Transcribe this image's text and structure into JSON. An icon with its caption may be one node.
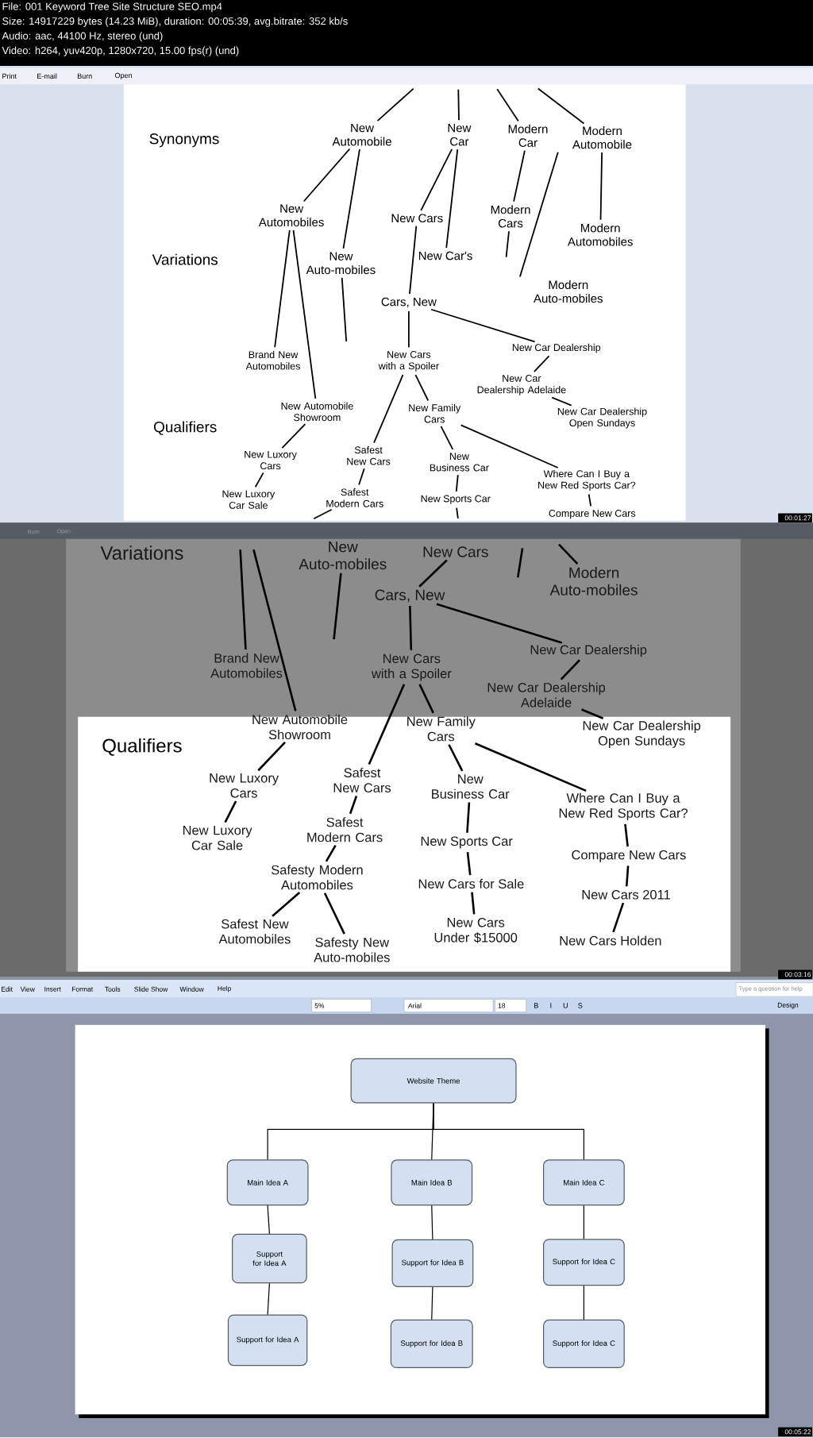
{
  "diagram": {
    "nodes": [
      {
        "text": [
          "New Automobile"
        ]
      },
      {
        "text": [
          "New Car"
        ]
      },
      {
        "text": [
          "Modern Car"
        ]
      },
      {
        "text": [
          "Modern Automobile"
        ]
      },
      {
        "text": [
          "New Automobiles"
        ]
      },
      {
        "text": [
          "New Cars"
        ]
      },
      {
        "text": [
          "Modern Cars"
        ]
      },
      {
        "text": [
          "Modern Automobiles"
        ]
      },
      {
        "text": [
          "New Auto-mobiles"
        ]
      },
      {
        "text": [
          "New Car's"
        ]
      },
      {
        "text": [
          "Modern Auto-mobiles"
        ]
      },
      {
        "text": [
          "Cars, New"
        ]
      },
      {
        "text": [
          "Brand New Automobiles"
        ]
      },
      {
        "text": [
          "New Cars with a Spoiler"
        ]
      },
      {
        "text": [
          "New Car Dealership"
        ]
      },
      {
        "text": [
          "New Car Dealership Adelaide"
        ]
      },
      {
        "text": [
          "New Automobile Showroom"
        ]
      },
      {
        "text": [
          "New Car Dealership Open Sundays"
        ]
      },
      {
        "text": [
          "New Family Cars"
        ]
      },
      {
        "text": [
          "New Luxory Cars"
        ]
      },
      {
        "text": [
          "Safest New Cars"
        ]
      },
      {
        "text": [
          "New Business Car"
        ]
      },
      {
        "text": [
          "Where Can I Buy a New Red Sports Car?"
        ]
      },
      {
        "text": [
          "New Luxory Car Sale"
        ]
      },
      {
        "text": [
          "Safest Modern Cars"
        ]
      },
      {
        "text": [
          "New Sports Car"
        ]
      },
      {
        "text": [
          "Compare New Cars"
        ]
      },
      {
        "text": [
          "New Auto-mobiles"
        ]
      },
      {
        "text": [
          "New Cars"
        ]
      },
      {
        "text": [
          "Modern Auto-mobiles"
        ]
      },
      {
        "text": [
          "Cars, New"
        ]
      },
      {
        "text": [
          "Brand New Automobiles"
        ]
      },
      {
        "text": [
          "New Cars with a Spoiler"
        ]
      },
      {
        "text": [
          "New Car Dealership"
        ]
      },
      {
        "text": [
          "New Car Dealership Adelaide"
        ]
      },
      {
        "text": [
          "New Automobile Showroom"
        ]
      },
      {
        "text": [
          "New Family Cars"
        ]
      },
      {
        "text": [
          "New Car Dealership Open Sundays"
        ]
      },
      {
        "text": [
          "New Luxory Cars"
        ]
      },
      {
        "text": [
          "Safest New Cars"
        ]
      },
      {
        "text": [
          "New Business Car"
        ]
      },
      {
        "text": [
          "Where Can I Buy a New Red Sports Car?"
        ]
      },
      {
        "text": [
          "New Luxory Car Sale"
        ]
      },
      {
        "text": [
          "Safest Modern Cars"
        ]
      },
      {
        "text": [
          "New Sports Car"
        ]
      },
      {
        "text": [
          "Compare New Cars"
        ]
      },
      {
        "text": [
          "Safesty Modern Automobiles"
        ]
      },
      {
        "text": [
          "New Cars for Sale"
        ]
      },
      {
        "text": [
          "New Cars 2011"
        ]
      },
      {
        "text": [
          "Safest New Automobiles"
        ]
      },
      {
        "text": [
          "New Cars Under $15000"
        ]
      },
      {
        "text": [
          "New Cars Holden"
        ]
      },
      {
        "text": [
          "Safesty New Auto-mobiles"
        ]
      },
      {
        "text": [
          "Website Theme"
        ]
      },
      {
        "text": [
          "Main Idea A"
        ]
      },
      {
        "text": [
          "Main Idea B"
        ]
      },
      {
        "text": [
          "Main Idea C"
        ]
      },
      {
        "text": [
          "Support for Idea A"
        ]
      },
      {
        "text": [
          "Support for Idea B"
        ]
      },
      {
        "text": [
          "Support for Idea C"
        ]
      },
      {
        "text": [
          "Support for Idea A"
        ]
      },
      {
        "text": [
          "Support for Idea B"
        ]
      },
      {
        "text": [
          "Support for Idea C"
        ]
      }
    ],
    "edges": [
      {
        "from": null,
        "to": 0,
        "arrow": "none"
      },
      {
        "from": null,
        "to": 1,
        "arrow": "none"
      },
      {
        "from": null,
        "to": 2,
        "arrow": "none"
      },
      {
        "from": null,
        "to": 3,
        "arrow": "none"
      },
      {
        "from": 0,
        "to": 4,
        "arrow": "none"
      },
      {
        "from": 0,
        "to": 8,
        "arrow": "none"
      },
      {
        "from": 1,
        "to": 5,
        "arrow": "none"
      },
      {
        "from": 1,
        "to": 9,
        "arrow": "none"
      },
      {
        "from": 2,
        "to": 6,
        "arrow": "none"
      },
      {
        "from": 3,
        "to": 10,
        "arrow": "none"
      },
      {
        "from": 3,
        "to": 7,
        "arrow": "none"
      },
      {
        "from": 6,
        "to": null,
        "arrow": "none"
      },
      {
        "from": 5,
        "to": 11,
        "arrow": "none"
      },
      {
        "from": 4,
        "to": 12,
        "arrow": "none"
      },
      {
        "from": 4,
        "to": 16,
        "arrow": "none"
      },
      {
        "from": 8,
        "to": null,
        "arrow": "none"
      },
      {
        "from": 11,
        "to": 13,
        "arrow": "none"
      },
      {
        "from": 11,
        "to": 14,
        "arrow": "none"
      },
      {
        "from": 14,
        "to": 15,
        "arrow": "none"
      },
      {
        "from": 15,
        "to": 17,
        "arrow": "none"
      },
      {
        "from": 13,
        "to": 18,
        "arrow": "none"
      },
      {
        "from": 13,
        "to": 20,
        "arrow": "none"
      },
      {
        "from": 16,
        "to": 19,
        "arrow": "none"
      },
      {
        "from": 18,
        "to": 21,
        "arrow": "none"
      },
      {
        "from": 18,
        "to": 22,
        "arrow": "none"
      },
      {
        "from": 19,
        "to": 23,
        "arrow": "none"
      },
      {
        "from": 20,
        "to": 24,
        "arrow": "none"
      },
      {
        "from": 21,
        "to": 25,
        "arrow": "none"
      },
      {
        "from": 22,
        "to": 26,
        "arrow": "none"
      },
      {
        "from": 24,
        "to": null,
        "arrow": "none"
      },
      {
        "from": 25,
        "to": null,
        "arrow": "none"
      },
      {
        "from": null,
        "to": 31,
        "arrow": "none"
      },
      {
        "from": null,
        "to": 35,
        "arrow": "none"
      },
      {
        "from": 27,
        "to": null,
        "arrow": "none"
      },
      {
        "from": 28,
        "to": 30,
        "arrow": "none"
      },
      {
        "from": null,
        "to": 29,
        "arrow": "none"
      },
      {
        "from": 30,
        "to": 32,
        "arrow": "none"
      },
      {
        "from": 30,
        "to": 33,
        "arrow": "none"
      },
      {
        "from": 33,
        "to": 34,
        "arrow": "none"
      },
      {
        "from": 34,
        "to": 37,
        "arrow": "none"
      },
      {
        "from": 32,
        "to": 36,
        "arrow": "none"
      },
      {
        "from": 32,
        "to": 39,
        "arrow": "none"
      },
      {
        "from": 36,
        "to": 40,
        "arrow": "none"
      },
      {
        "from": 36,
        "to": 41,
        "arrow": "none"
      },
      {
        "from": 35,
        "to": 38,
        "arrow": "none"
      },
      {
        "from": 38,
        "to": 42,
        "arrow": "none"
      },
      {
        "from": 39,
        "to": 43,
        "arrow": "none"
      },
      {
        "from": 40,
        "to": 44,
        "arrow": "none"
      },
      {
        "from": 41,
        "to": 45,
        "arrow": "none"
      },
      {
        "from": 43,
        "to": 46,
        "arrow": "none"
      },
      {
        "from": 44,
        "to": 47,
        "arrow": "none"
      },
      {
        "from": 45,
        "to": 48,
        "arrow": "none"
      },
      {
        "from": 46,
        "to": 49,
        "arrow": "none"
      },
      {
        "from": 46,
        "to": 52,
        "arrow": "none"
      },
      {
        "from": 47,
        "to": 50,
        "arrow": "none"
      },
      {
        "from": 48,
        "to": 51,
        "arrow": "none"
      },
      {
        "from": 53,
        "to": 54,
        "arrow": "none"
      },
      {
        "from": 53,
        "to": 55,
        "arrow": "none"
      },
      {
        "from": 53,
        "to": 56,
        "arrow": "none"
      },
      {
        "from": 54,
        "to": 57,
        "arrow": "none"
      },
      {
        "from": 57,
        "to": 60,
        "arrow": "none"
      },
      {
        "from": 55,
        "to": 58,
        "arrow": "none"
      },
      {
        "from": 58,
        "to": 61,
        "arrow": "none"
      },
      {
        "from": 56,
        "to": 59,
        "arrow": "none"
      },
      {
        "from": 59,
        "to": 62,
        "arrow": "none"
      }
    ],
    "labels": [
      "File: 001 Keyword Tree Site Structure SEO.mp4",
      "Size: 14917229 bytes (14.23 MiB), duration: 00:05:39, avg.bitrate: 352 kb/s",
      "Audio: aac, 44100 Hz, stereo (und)",
      "Video: h264, yuv420p, 1280x720, 15.00 fps(r) (und)",
      "Print",
      "E-mail",
      "Burn",
      "Open",
      "Synonyms",
      "Variations",
      "Qualifiers",
      "00:01:27",
      "Burn",
      "Open",
      "Variations",
      "Qualifiers",
      "00:03:16",
      "Edit",
      "View",
      "Insert",
      "Format",
      "Tools",
      "Slide Show",
      "Window",
      "Help",
      "Type a question for help",
      "5%",
      "Arial",
      "18",
      "B",
      "I",
      "U",
      "S",
      "Design",
      "00:05:22"
    ]
  }
}
